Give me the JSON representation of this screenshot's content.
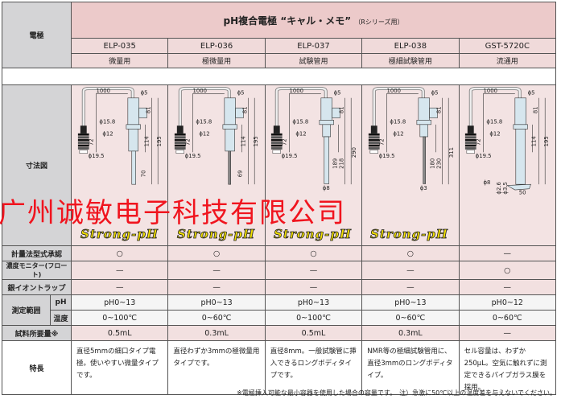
{
  "header": {
    "row_label": "電極",
    "title": "pH複合電極 “キャル・メモ”",
    "title_suffix": "（Rシリーズ用）"
  },
  "models": [
    {
      "name": "ELP-035",
      "use": "微量用",
      "dims": [
        "1000",
        "ϕ5",
        "81",
        "ϕ15.8",
        "ϕ12",
        "72",
        "114",
        "195",
        "ϕ19.5",
        "70"
      ],
      "feature": "直径5mmの細口タイプ電極。使いやすい微量タイプです。",
      "approval": "○",
      "monitor": "—",
      "silver": "—",
      "ph": "pH0~13",
      "temp": "0~100℃",
      "sample": "0.5mL",
      "logo": "Strong-pH"
    },
    {
      "name": "ELP-036",
      "use": "極微量用",
      "dims": [
        "1000",
        "ϕ5",
        "81",
        "ϕ15.8",
        "ϕ12",
        "72",
        "114",
        "195",
        "ϕ19.5",
        "69"
      ],
      "feature": "直径わずか3mmの極微量用タイプです。",
      "approval": "○",
      "monitor": "—",
      "silver": "—",
      "ph": "pH0~13",
      "temp": "0~60℃",
      "sample": "0.3mL",
      "logo": "Strong-pH"
    },
    {
      "name": "ELP-037",
      "use": "試験管用",
      "dims": [
        "1000",
        "ϕ5",
        "81",
        "ϕ15.8",
        "ϕ12",
        "72",
        "189",
        "218",
        "290",
        "ϕ19.5",
        "ϕ8"
      ],
      "feature": "直径8mm。一般試験管に挿入できるロングボディタイプです。",
      "approval": "○",
      "monitor": "—",
      "silver": "—",
      "ph": "pH0~13",
      "temp": "0~100℃",
      "sample": "0.5mL",
      "logo": "Strong-pH"
    },
    {
      "name": "ELP-038",
      "use": "極細試験管用",
      "dims": [
        "1000",
        "ϕ5",
        "81",
        "ϕ15.8",
        "ϕ12",
        "72",
        "180",
        "230",
        "311",
        "ϕ19.5",
        "ϕ3"
      ],
      "feature": "NMR等の極細試験管用に、直径3mmのロングボディタイプ。",
      "approval": "○",
      "monitor": "—",
      "silver": "—",
      "ph": "pH0~13",
      "temp": "0~60℃",
      "sample": "0.3mL",
      "logo": "Strong-pH"
    },
    {
      "name": "GST-5720C",
      "use": "流通用",
      "dims": [
        "1000",
        "ϕ5",
        "81",
        "ϕ15.8",
        "ϕ12",
        "72",
        "114",
        "195",
        "ϕ19.5",
        "ϕ8",
        "ϕ2.6",
        "ϕ3.5",
        "50"
      ],
      "feature": "セル容量は、わずか250μL。空気に触れずに測定できるパイプガラス膜を採用。",
      "approval": "—",
      "monitor": "○",
      "silver": "—",
      "ph": "pH0~12",
      "temp": "0~60℃",
      "sample": "—"
    }
  ],
  "rows": {
    "diagram": "寸法図",
    "approval": "計量法型式承認",
    "monitor": "濃度モニター(フロート)",
    "silver": "銀イオントラップ",
    "range": "測定範囲",
    "ph": "pH",
    "temp": "温度",
    "sample": "試料所要量※",
    "feature": "特長"
  },
  "watermark": "广州诚敏电子科技有限公司",
  "footnote": "※電極挿入可能な最小容器を使用した場合の容量です。　注）急激に50℃以上の温度差を与えないでください。"
}
